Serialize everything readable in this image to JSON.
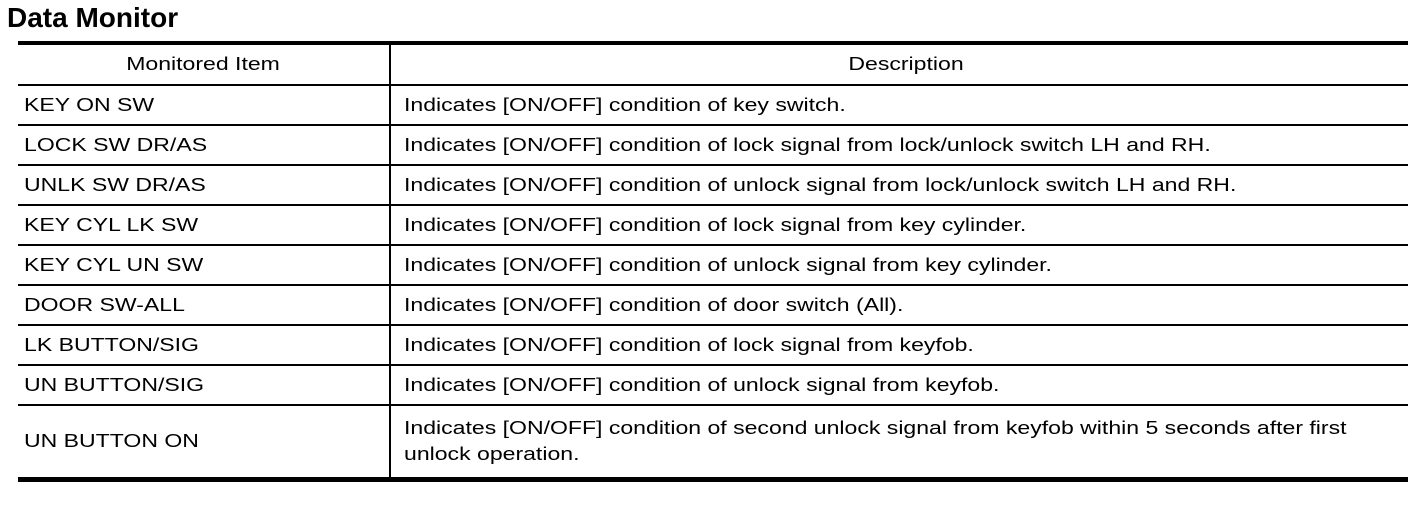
{
  "page": {
    "title": "Data Monitor"
  },
  "colors": {
    "text": "#000000",
    "background": "#ffffff",
    "rule": "#000000"
  },
  "table": {
    "headers": {
      "item": "Monitored Item",
      "description": "Description"
    },
    "rows": [
      {
        "item": "KEY ON SW",
        "description": "Indicates [ON/OFF] condition of key switch."
      },
      {
        "item": "LOCK SW DR/AS",
        "description": "Indicates [ON/OFF] condition of lock signal from lock/unlock switch LH and RH."
      },
      {
        "item": "UNLK SW DR/AS",
        "description": "Indicates [ON/OFF] condition of unlock signal from lock/unlock switch LH and RH."
      },
      {
        "item": "KEY CYL LK SW",
        "description": "Indicates [ON/OFF] condition of lock signal from key cylinder."
      },
      {
        "item": "KEY CYL UN SW",
        "description": "Indicates [ON/OFF] condition of unlock signal from key cylinder."
      },
      {
        "item": "DOOR SW-ALL",
        "description": "Indicates [ON/OFF] condition of door switch (All)."
      },
      {
        "item": "LK BUTTON/SIG",
        "description": "Indicates [ON/OFF] condition of lock signal from keyfob."
      },
      {
        "item": "UN BUTTON/SIG",
        "description": "Indicates [ON/OFF] condition of unlock signal from keyfob."
      },
      {
        "item": "UN BUTTON ON",
        "description": "Indicates [ON/OFF] condition of second unlock signal from keyfob within 5 seconds after first unlock operation."
      }
    ]
  }
}
